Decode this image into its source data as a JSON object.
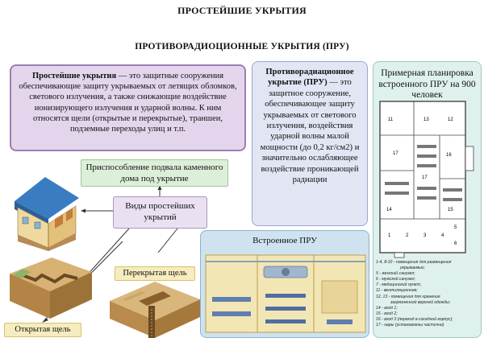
{
  "header": {
    "title": "ПРОСТЕЙШИЕ УКРЫТИЯ",
    "subtitle": "ПРОТИВОРАДИОЦИОННЫЕ УКРЫТИЯ (ПРУ)"
  },
  "simple_shelters": {
    "term": "Простейшие укрытия",
    "definition": " — это защитные сооружения обеспечивающие защиту укрываемых от летящих обломков, светового излучения, а также снижающие воздействие ионизирующего излучения и ударной волны. К ним относятся щели (открытые и перекрытые), траншеи, подземные переходы улиц и т.п."
  },
  "pru": {
    "term": "Противорадиационное укрытие (ПРУ)",
    "definition": " — это защитное сооружение, обеспечивающее защиту укрываемых от светового излучения, воздействия ударной волны малой мощности (до 0,2 кг/см2) и значительно ослабляющее воздействие проникающей радиации"
  },
  "diagram": {
    "basement_adaptation": "Приспособление подвала каменного дома под укрытие",
    "kinds": "Виды простейших укрытий",
    "covered_trench": "Перекрытая щель",
    "open_trench": "Открытая щель",
    "builtin_pru": "Встроенное ПРУ"
  },
  "plan": {
    "title": "Примерная планировка встроенного ПРУ на 900 человек",
    "room_numbers": [
      "11",
      "13",
      "12",
      "17",
      "16",
      "17",
      "14",
      "15",
      "1",
      "2",
      "3",
      "4",
      "5",
      "6"
    ],
    "legend": [
      "1-4, 8-10 - помещения для размещения",
      "укрываемых;",
      "5 - женский санузел;",
      "6 - мужской санузел;",
      "7 - медицинский пункт;",
      "11 - вентиляционная;",
      "12, 13 - помещения для хранения",
      "загрязненной верхней одежды;",
      "14 - вход 1;",
      "15 - вход 2;",
      "16 - вход 3 (переход в соседний корпус);",
      "17 - нары (установлены частично)"
    ]
  },
  "colors": {
    "purple_box": "#e3d6ec",
    "blue_box": "#e2e6f4",
    "teal_panel": "#dff1ee",
    "green_box": "#dcefd8",
    "yellow_label": "#f6ecc0",
    "builtin_panel": "#cfe2ef"
  }
}
